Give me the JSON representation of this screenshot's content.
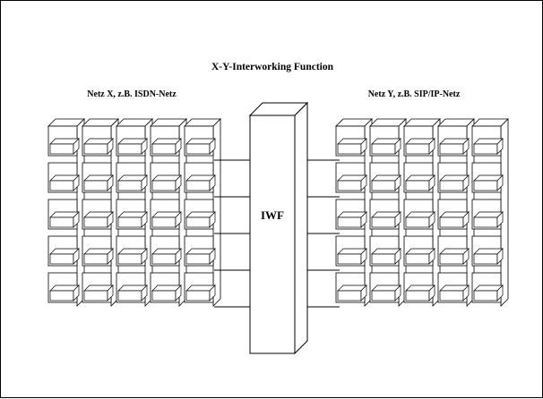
{
  "diagram": {
    "title": "X-Y-Interworking Function",
    "left_network_label": "Netz X, z.B. ISDN-Netz",
    "right_network_label": "Netz Y, z.B. SIP/IP-Netz",
    "center_box_label": "IWF",
    "rows_per_network": 5,
    "columns_per_network": 5,
    "connection_lines_per_side": 5
  },
  "colors": {
    "stroke": "#000000",
    "background": "#ffffff"
  }
}
